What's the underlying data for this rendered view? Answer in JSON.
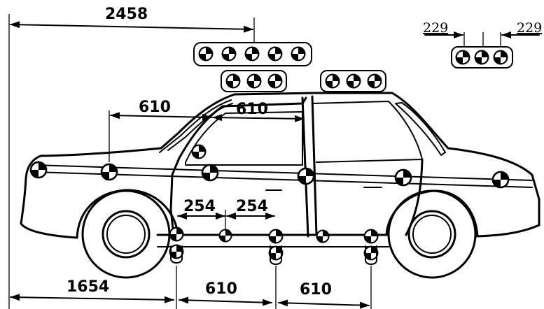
{
  "dimensions": {
    "overall_to_roof": "2458",
    "roof_spacing_left": "229",
    "roof_spacing_right": "229",
    "upper_front": "610",
    "upper_rear": "610",
    "sill_first": "254",
    "sill_second": "254",
    "front_to_sill": "1654",
    "lower_first": "610",
    "lower_second": "610"
  },
  "colors": {
    "ink": "#000000",
    "paper": "#ffffff"
  },
  "icons": {
    "target": "accelerometer-target-icon"
  }
}
